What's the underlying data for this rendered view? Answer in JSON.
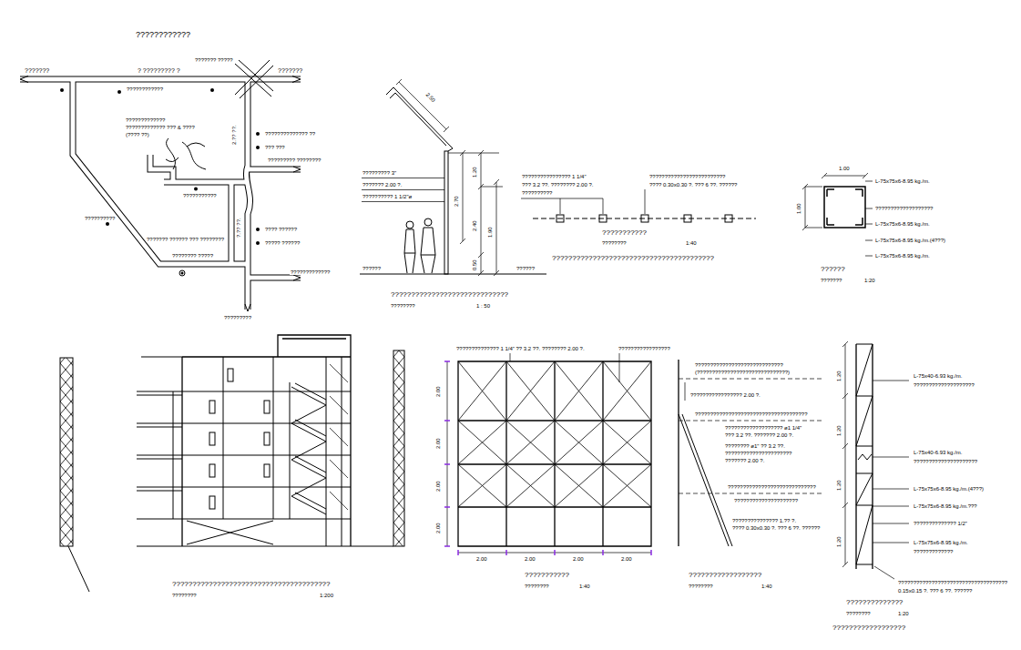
{
  "diagram": {
    "labels": [
      "????????????",
      "???????",
      "? ????????? ?",
      "??????? ?????",
      "???????",
      "????????????",
      "?????????????",
      "????????????? ??? & ????",
      "(???? ??)",
      "2.?? ??.",
      "?????????????? ??",
      "??? ???",
      "????????? ????????",
      "???????????",
      "?.?? ??.",
      "??????????",
      "??????? ?????? ??? ????????",
      "???? ??????",
      "????? ??????",
      "???????? ?????",
      "?????????????",
      "?????????",
      "2.50",
      "????????? 3\"",
      "??????? 2.00 ?.",
      "?????????? 1 1/2\"ø",
      "1.20",
      "2.70",
      "1.90",
      "2.40",
      "0.50",
      "??????",
      "??????",
      "?????????????????????????????",
      "????????",
      "1 : 50",
      "???????????????? 1 1/4\"",
      "??? 3.2 ??. ???????? 2.00 ?.",
      "??????????",
      "?????????????????????????",
      "???? 0.30x0.30 ?. ??? 6 ??. ??????",
      "???????????",
      "????????",
      "1:40",
      "????????????????????????????????????????",
      "1.00",
      "1.00",
      "L-75x75x6-8.95 kg./m.",
      "???????????????????",
      "L-75x75x6-8.95 kg./m.",
      "L-75x75x6-8.95 kg./m.(4???)",
      "L-75x75x6-8.95 kg./m.",
      "??????",
      "???????",
      "1:20",
      "???????????????????????????????????????",
      "????????",
      "1:200",
      "?????????????? 1 1/4\" ?? 3.2 ??. ???????? 2.00 ?.",
      "?????????????????",
      "2.00",
      "2.00",
      "2.00",
      "2.00",
      "2.00",
      "2.00",
      "2.00",
      "2.00",
      "???????????",
      "????????",
      "1:40",
      "?????????????????????????????",
      "(??????????????????????????????)",
      "????????????????? 2.00 ?.",
      "?????????????????????????????????????",
      "??????????????????? ø1 1/4\"",
      "??? 3.2 ??. ??????? 2.00 ?.",
      "???????? ø1\" ?? 3.2 ??.",
      "??????????????????????",
      "??????? 2.00 ?.",
      "?????????????????????????????",
      "?????????????????????",
      "??????????????? 1.?? ?.",
      "???? 0.30x0.30 ?. ??? 6 ??. ??????",
      "??????????????????",
      "????????",
      "1:40",
      "1.20",
      "1.20",
      "1.20",
      "1.20",
      "L-75x40-6.93 kg./m.",
      "????????????????????",
      "L-75x40-6.93 kg./m.",
      "?????????????????????",
      "L-75x75x6-8.95 kg./m.(4???)",
      "L-75x75x6-8.95 kg./m.???",
      "?????????????? 1/2\"",
      "L-75x75x6-8.95 kg./m.",
      "?????????????",
      "????????????????????????????????????",
      "0.15x0.15 ?. ??? 6 ??. ??????",
      "??????????????",
      "????????",
      "1:20",
      "??????????????????"
    ]
  }
}
